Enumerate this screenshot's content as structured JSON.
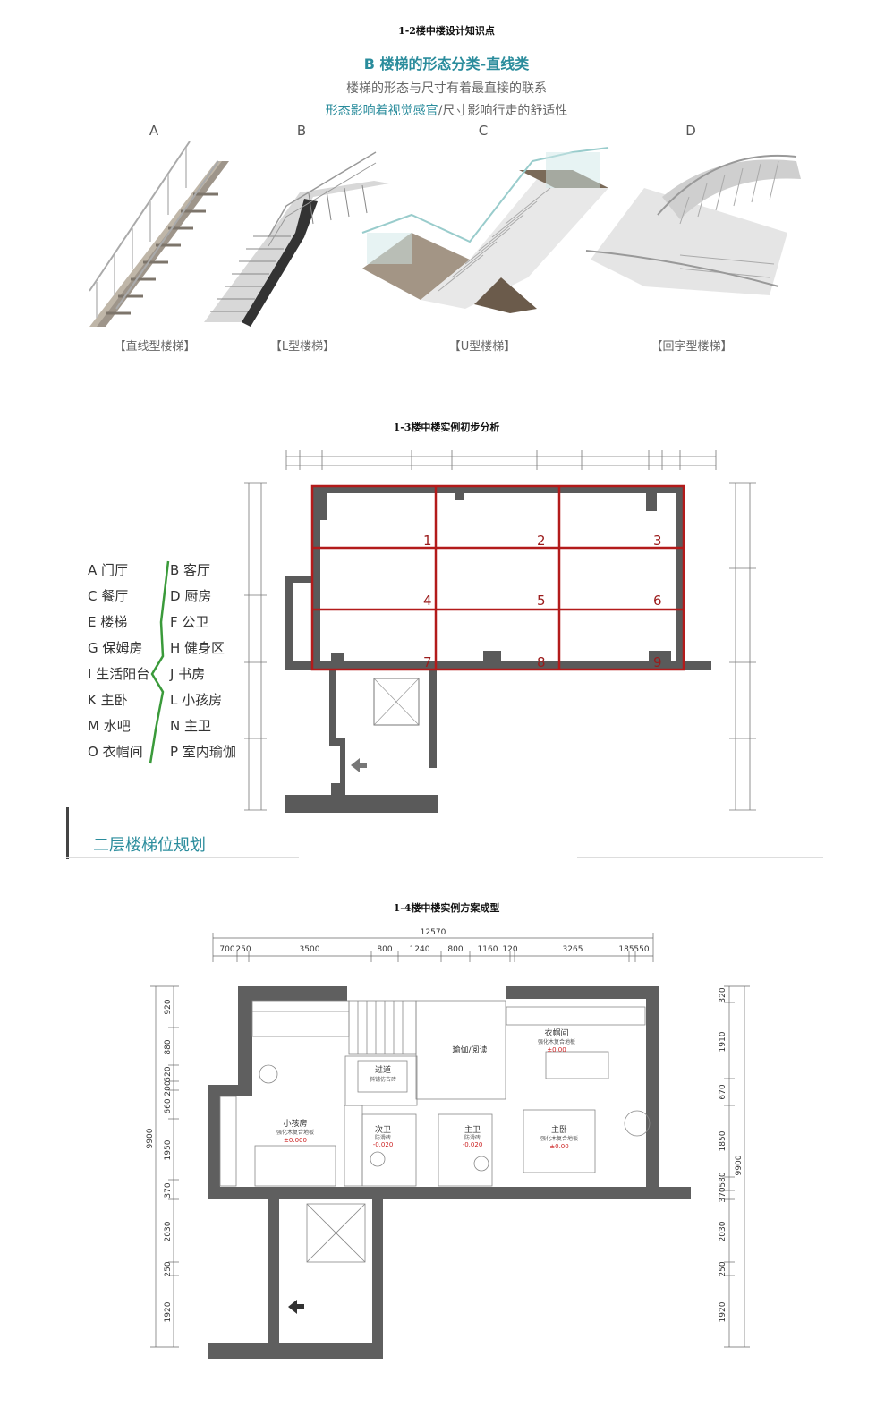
{
  "section1": {
    "title": "1-2楼中楼设计知识点",
    "heading": "B 楼梯的形态分类-直线类",
    "line1": "楼梯的形态与尺寸有着最直接的联系",
    "line2_em": "形态影响着视觉感官",
    "line2_rest": "/尺寸影响行走的舒适性",
    "stairs": [
      {
        "letter": "A",
        "caption": "【直线型楼梯】"
      },
      {
        "letter": "B",
        "caption": "【L型楼梯】"
      },
      {
        "letter": "C",
        "caption": "【U型楼梯】"
      },
      {
        "letter": "D",
        "caption": "【回字型楼梯】"
      }
    ]
  },
  "section2": {
    "title": "1-3楼中楼实例初步分析",
    "legend_left": [
      "A 门厅",
      "C 餐厅",
      "E 楼梯",
      "G 保姆房",
      "I 生活阳台",
      "K 主卧",
      "M 水吧",
      "O 衣帽间"
    ],
    "legend_right": [
      "B 客厅",
      "D 厨房",
      "F 公卫",
      "H 健身区",
      "J 书房",
      "L 小孩房",
      "N 主卫",
      "P 室内瑜伽"
    ],
    "cells": [
      "1",
      "2",
      "3",
      "4",
      "5",
      "6",
      "7",
      "8",
      "9"
    ],
    "caption": "二层楼梯位规划",
    "colors": {
      "grid": "#b31b1b",
      "legend_line": "#3a9a3a",
      "caption": "#2a8c9c"
    }
  },
  "section3": {
    "title": "1-4楼中楼实例方案成型",
    "top_total": "12570",
    "top_dims": [
      "700",
      "250",
      "3500",
      "800",
      "1240",
      "800",
      "1160",
      "120",
      "3265",
      "185",
      "550"
    ],
    "left_total": "9900",
    "left_dims": [
      "920",
      "880",
      "520",
      "200",
      "660",
      "1950",
      "370",
      "2030",
      "250",
      "1920"
    ],
    "right_total": "9900",
    "right_dims": [
      "320",
      "1910",
      "670",
      "1850",
      "580",
      "370",
      "2030",
      "250",
      "1920"
    ],
    "rooms": {
      "kid": "小孩房",
      "kid_sub": "强化木复合地板",
      "kid_lvl": "±0.000",
      "corridor": "过道",
      "corridor_sub": "斜铺仿古砖",
      "bath2": "次卫",
      "bath2_sub": "防滑砖",
      "bath2_lvl": "-0.020",
      "bath1": "主卫",
      "bath1_sub": "防滑砖",
      "bath1_lvl": "-0.020",
      "yoga": "瑜伽/阅读",
      "closet": "衣帽间",
      "closet_sub": "强化木复合地板",
      "closet_lvl": "±0.00",
      "master": "主卧",
      "master_sub": "强化木复合地板",
      "master_lvl": "±0.00"
    }
  }
}
